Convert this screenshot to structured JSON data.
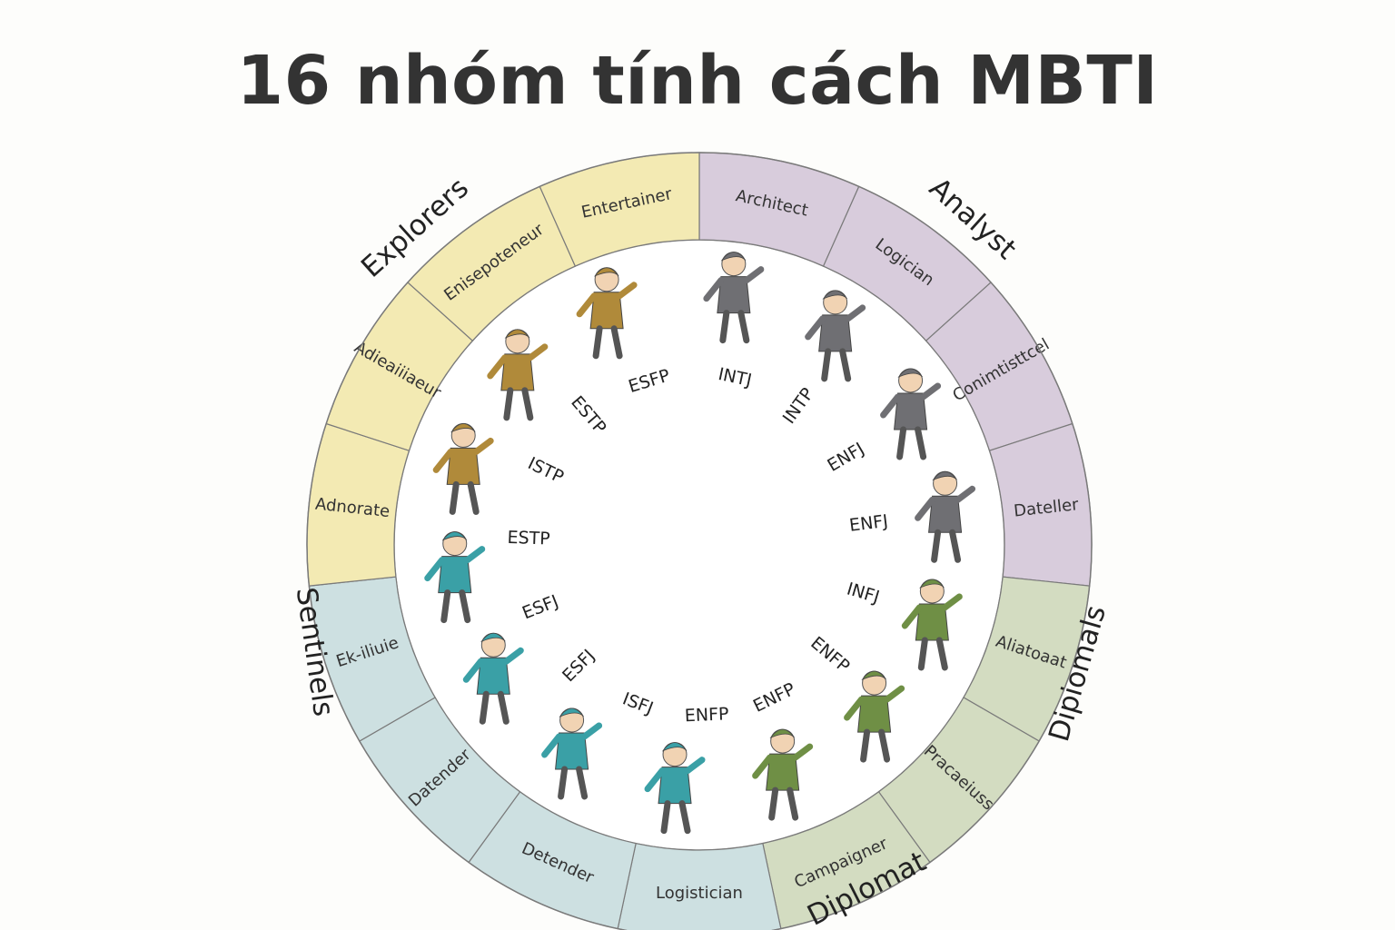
{
  "title": "16 nhóm tính cách MBTI",
  "colors": {
    "explorers": "#f3eab3",
    "analyst": "#d8ccdc",
    "diplomats": "#d3dcc1",
    "sentinels": "#cde0e1",
    "ring_border": "#7a7a7a",
    "inner_bg": "#ffffff",
    "figure_explorers": "#b08a3a",
    "figure_analyst": "#6f6f73",
    "figure_diplomats": "#6f8f45",
    "figure_sentinels": "#3aa0a6"
  },
  "groups": [
    {
      "name": "Explorers",
      "key": "explorers"
    },
    {
      "name": "Analyst",
      "key": "analyst"
    },
    {
      "name": "Dipiomals",
      "key": "diplomats"
    },
    {
      "name": "Diplomat",
      "key": "diplomats"
    },
    {
      "name": "Sentinels",
      "key": "sentinels"
    }
  ],
  "segments": [
    {
      "label": "Architect",
      "group": "analyst"
    },
    {
      "label": "Logician",
      "group": "analyst"
    },
    {
      "label": "Conimtisttcel",
      "group": "analyst"
    },
    {
      "label": "Dateller",
      "group": "analyst"
    },
    {
      "label": "Aliatoaat",
      "group": "diplomats"
    },
    {
      "label": "Pracaeiuss",
      "group": "diplomats"
    },
    {
      "label": "Campaigner",
      "group": "diplomats"
    },
    {
      "label": "Logistician",
      "group": "sentinels"
    },
    {
      "label": "Detender",
      "group": "sentinels"
    },
    {
      "label": "Datender",
      "group": "sentinels"
    },
    {
      "label": "Ek-iliuie",
      "group": "sentinels"
    },
    {
      "label": "Adnorate",
      "group": "explorers"
    },
    {
      "label": "Adieaiiiaeur",
      "group": "explorers"
    },
    {
      "label": "Enisepoteneur",
      "group": "explorers"
    },
    {
      "label": "Entertainer",
      "group": "explorers"
    }
  ],
  "codes": [
    "INTJ",
    "INTP",
    "ENFJ",
    "ENFJ",
    "INFJ",
    "ENFP",
    "ENFP",
    "ENFP",
    "ISFJ",
    "ESFJ",
    "ESFJ",
    "ESTP",
    "ISTP",
    "ESTP",
    "ESFP"
  ],
  "figures": [
    {
      "icon": "person-icon",
      "group": "analyst"
    },
    {
      "icon": "person-icon",
      "group": "analyst"
    },
    {
      "icon": "person-icon",
      "group": "analyst"
    },
    {
      "icon": "person-icon",
      "group": "analyst"
    },
    {
      "icon": "person-icon",
      "group": "diplomats"
    },
    {
      "icon": "person-icon",
      "group": "diplomats"
    },
    {
      "icon": "person-icon",
      "group": "diplomats"
    },
    {
      "icon": "person-icon",
      "group": "sentinels"
    },
    {
      "icon": "person-icon",
      "group": "sentinels"
    },
    {
      "icon": "person-icon",
      "group": "sentinels"
    },
    {
      "icon": "person-icon",
      "group": "sentinels"
    },
    {
      "icon": "person-icon",
      "group": "explorers"
    },
    {
      "icon": "person-icon",
      "group": "explorers"
    },
    {
      "icon": "person-icon",
      "group": "explorers"
    }
  ]
}
